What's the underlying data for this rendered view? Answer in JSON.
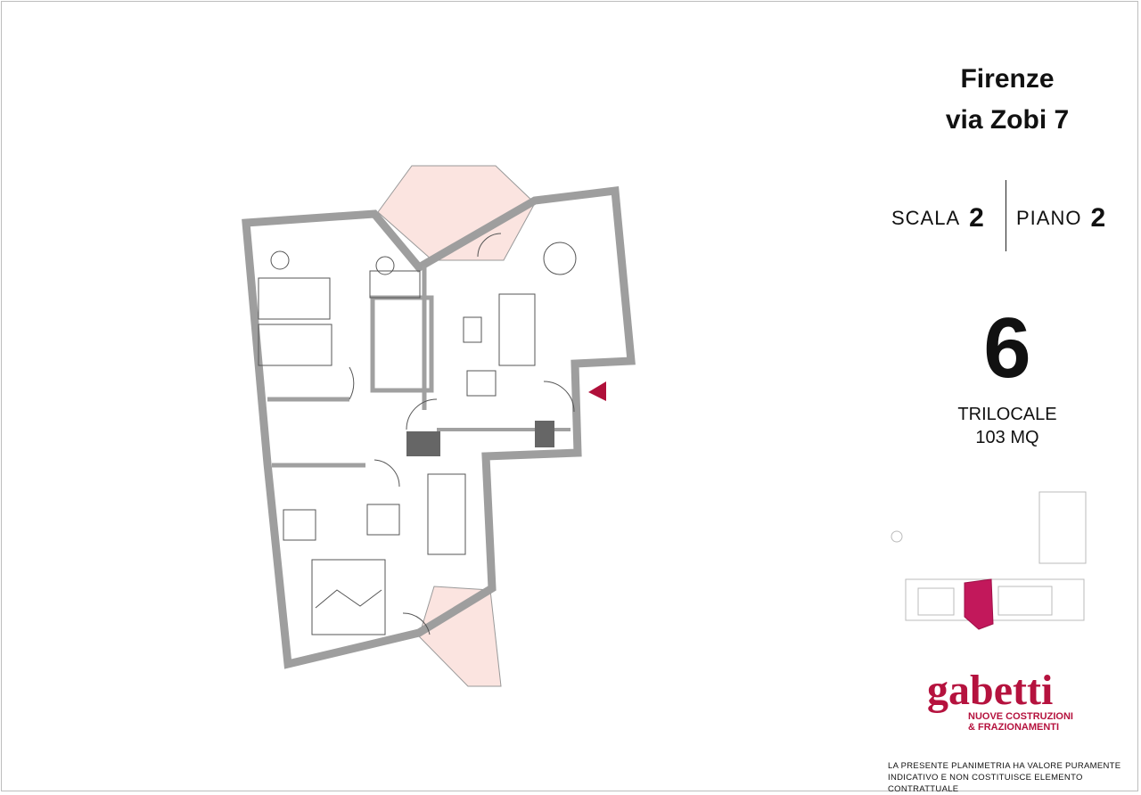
{
  "header": {
    "city": "Firenze",
    "address": "via Zobi 7"
  },
  "info": {
    "scala_label": "SCALA",
    "scala_value": "2",
    "piano_label": "PIANO",
    "piano_value": "2",
    "unit_number": "6",
    "unit_type": "TRILOCALE",
    "area": "103 MQ"
  },
  "brand": {
    "name": "gabetti",
    "line1": "NUOVE COSTRUZIONI",
    "line2": "& FRAZIONAMENTI",
    "color": "#b5123e"
  },
  "disclaimer": {
    "line1": "LA PRESENTE PLANIMETRIA HA VALORE PURAMENTE",
    "line2": "INDICATIVO E NON COSTITUISCE ELEMENTO CONTRATTUALE"
  },
  "colors": {
    "wall": "#a8a8a8",
    "terrace": "#f7cfc9",
    "highlight": "#c2185b",
    "entry_marker": "#b0103a"
  }
}
